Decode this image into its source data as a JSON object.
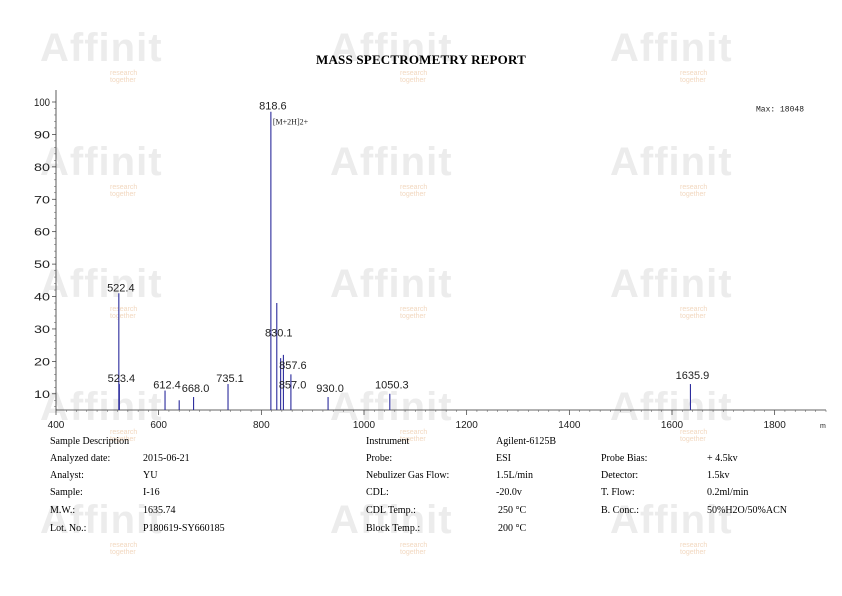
{
  "report_title": "MASS SPECTROMETRY REPORT",
  "watermark": {
    "brand": "Affinit",
    "tagline": "research together"
  },
  "chart_data": {
    "type": "bar",
    "xlim": [
      400,
      1900
    ],
    "ylim": [
      5,
      100
    ],
    "x_ticks": [
      400,
      600,
      800,
      1000,
      1200,
      1400,
      1600,
      1800
    ],
    "y_ticks": [
      10,
      20,
      30,
      40,
      50,
      60,
      70,
      80,
      90,
      100
    ],
    "x_unit_label": "m",
    "max_label": "Max: 18048",
    "annotation": {
      "x": 818.6,
      "text": "[M+2H]2+"
    },
    "peaks": [
      {
        "x": 522.4,
        "y": 41
      },
      {
        "x": 523.4,
        "y": 13
      },
      {
        "x": 612.4,
        "y": 11
      },
      {
        "x": 640,
        "y": 8
      },
      {
        "x": 668.0,
        "y": 9
      },
      {
        "x": 735.1,
        "y": 13
      },
      {
        "x": 818.6,
        "y": 97
      },
      {
        "x": 830.1,
        "y": 38
      },
      {
        "x": 837.6,
        "y": 21
      },
      {
        "x": 843.0,
        "y": 22
      },
      {
        "x": 857.6,
        "y": 16
      },
      {
        "x": 930.0,
        "y": 9
      },
      {
        "x": 1050.3,
        "y": 10
      },
      {
        "x": 1635.9,
        "y": 13
      }
    ],
    "labels": [
      {
        "x": 522.4,
        "y": 41,
        "text": "522.4"
      },
      {
        "x": 523.4,
        "y": 13,
        "text": "523.4"
      },
      {
        "x": 612.4,
        "y": 11,
        "text": "612.4"
      },
      {
        "x": 668.0,
        "y": 10,
        "text": "668.0"
      },
      {
        "x": 735.1,
        "y": 13,
        "text": "735.1"
      },
      {
        "x": 818.6,
        "y": 97,
        "text": "818.6"
      },
      {
        "x": 830.1,
        "y": 27,
        "text": "830.1"
      },
      {
        "x": 857.6,
        "y": 17,
        "text": "857.6"
      },
      {
        "x": 857.0,
        "y": 11,
        "text": "857.0"
      },
      {
        "x": 930.0,
        "y": 10,
        "text": "930.0"
      },
      {
        "x": 1050.3,
        "y": 11,
        "text": "1050.3"
      },
      {
        "x": 1635.9,
        "y": 14,
        "text": "1635.9"
      }
    ]
  },
  "info": {
    "sample_description_heading": "Sample Description",
    "instrument_label": "Instrument",
    "instrument_value": "Agilent-6125B",
    "left_rows": [
      {
        "label": "Analyzed date:",
        "value": "2015-06-21"
      },
      {
        "label": "Analyst:",
        "value": "YU"
      },
      {
        "label": "Sample:",
        "value": "I-16"
      },
      {
        "label": "M.W.:",
        "value": "1635.74"
      },
      {
        "label": "Lot. No.:",
        "value": "P180619-SY660185"
      }
    ],
    "mid_rows": [
      {
        "label": "Probe:",
        "value": "ESI"
      },
      {
        "label": "Nebulizer Gas Flow:",
        "value": "1.5L/min"
      },
      {
        "label": "CDL:",
        "value": "-20.0v"
      },
      {
        "label": "CDL Temp.:",
        "value": "250 °C"
      },
      {
        "label": "Block Temp.:",
        "value": "200 °C"
      }
    ],
    "right_rows": [
      {
        "label": "Probe Bias:",
        "value": "+ 4.5kv"
      },
      {
        "label": "Detector:",
        "value": "1.5kv"
      },
      {
        "label": "T. Flow:",
        "value": "0.2ml/min"
      },
      {
        "label": "B. Conc.:",
        "value": "50%H2O/50%ACN"
      }
    ]
  }
}
